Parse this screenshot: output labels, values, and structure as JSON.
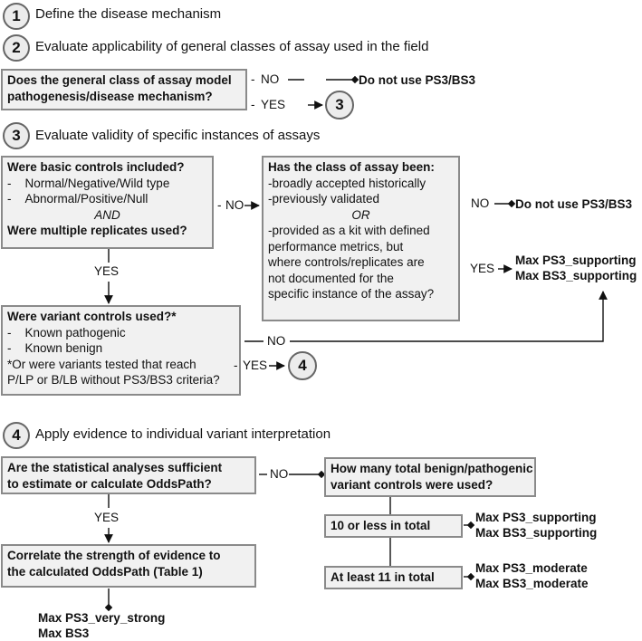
{
  "steps": {
    "s1": {
      "num": "1",
      "text": "Define the disease mechanism"
    },
    "s2": {
      "num": "2",
      "text": "Evaluate applicability of general classes of assay used in the field"
    },
    "s3": {
      "num": "3",
      "text": "Evaluate validity of specific instances of assays"
    },
    "s4": {
      "num": "4",
      "text": "Apply evidence to individual variant interpretation"
    }
  },
  "box_general_class": {
    "line1": "Does the general class of assay model",
    "line2": "pathogenesis/disease mechanism?"
  },
  "box_basic_controls": {
    "q1": "Were basic controls included?",
    "item1": "Normal/Negative/Wild type",
    "item2": "Abnormal/Positive/Null",
    "and": "AND",
    "q2": "Were multiple replicates used?"
  },
  "box_class_assay": {
    "title": "Has the class of assay been:",
    "l1": "-broadly accepted historically",
    "l2": "-previously validated",
    "or": "OR",
    "l3": "-provided as a kit with defined",
    "l4": "performance metrics, but",
    "l5": "where controls/replicates are",
    "l6": "not documented for the",
    "l7": "specific instance of the assay?"
  },
  "box_variant_controls": {
    "title": "Were variant controls used?*",
    "item1": "Known pathogenic",
    "item2": "Known benign",
    "note1": "*Or were variants tested that reach",
    "note2": "P/LP or B/LB without PS3/BS3 criteria?"
  },
  "box_statistical": {
    "line1": "Are the statistical analyses sufficient",
    "line2": "to estimate or calculate OddsPath?"
  },
  "box_correlate": {
    "line1": "Correlate the strength of evidence to",
    "line2": "the calculated OddsPath (Table 1)"
  },
  "box_how_many": {
    "line1": "How many total benign/pathogenic",
    "line2": "variant controls were used?"
  },
  "box_10_or_less": {
    "text": "10 or less in total"
  },
  "box_at_least_11": {
    "text": "At least 11 in total"
  },
  "labels": {
    "no": "NO",
    "yes": "YES",
    "dash": "-"
  },
  "results": {
    "do_not_use": "Do not use PS3/BS3",
    "ps3_supporting": "Max PS3_supporting",
    "bs3_supporting": "Max BS3_supporting",
    "ps3_moderate": "Max PS3_moderate",
    "bs3_moderate": "Max BS3_moderate",
    "ps3_very_strong": "Max PS3_very_strong",
    "bs3_max": "Max BS3"
  }
}
